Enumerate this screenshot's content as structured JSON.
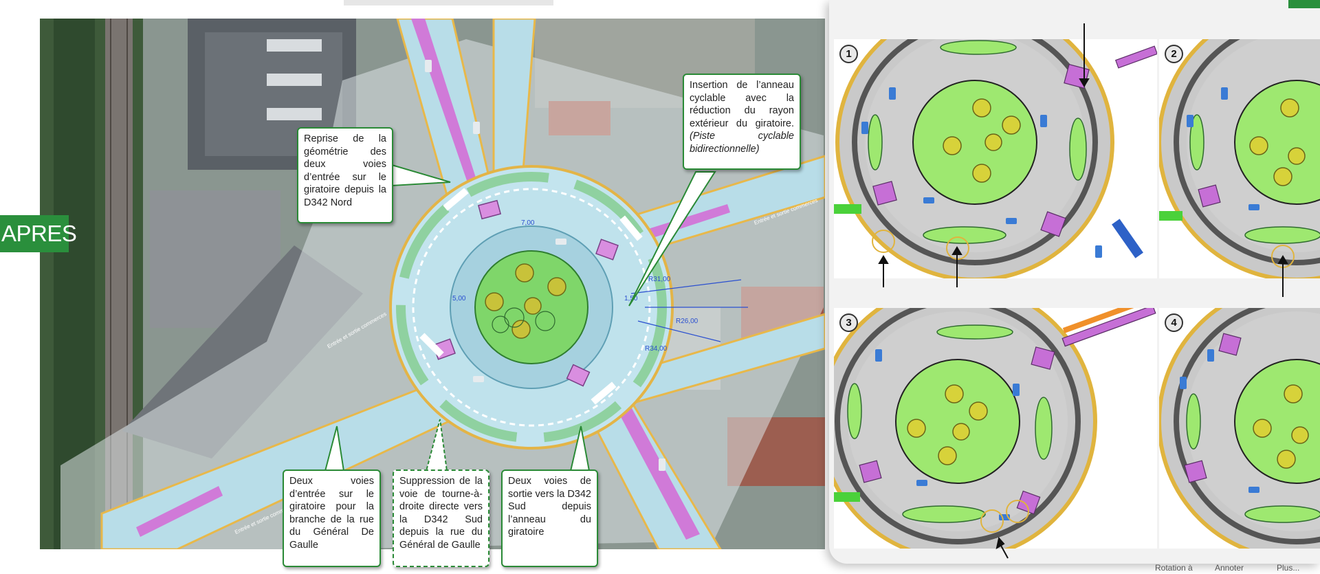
{
  "badge": {
    "label": "APRES"
  },
  "callouts": {
    "north_entry": "Reprise de la géométrie des deux voies d’entrée sur le giratoire depuis la D342 Nord",
    "cycle_ring": "Insertion de l’anneau cyclable avec la réduction du rayon extérieur du giratoire.",
    "cycle_ring_note": "(Piste cyclable bidirectionnelle)",
    "de_gaulle_entry": "Deux voies d’entrée sur le giratoire pour la branche de la rue du Général De Gaulle",
    "turn_lane": "Suppression de la voie de tourne-à-droite directe vers la D342 Sud depuis la rue du Général de Gaulle",
    "south_exit": "Deux voies de sortie vers la D342 Sud depuis l’anneau du giratoire"
  },
  "map_labels": {
    "entry_1": "Entrée et sortie commerces",
    "entry_2": "Entrée et sortie commerces",
    "entry_3": "Entrée et sortie commerces",
    "r31": "R31,00",
    "r26": "R26,00",
    "r34": "R34,00",
    "w150": "1,50",
    "w500": "5,00",
    "w700": "7,00"
  },
  "thumbnails": [
    {
      "number": "1"
    },
    {
      "number": "2"
    },
    {
      "number": "3"
    },
    {
      "number": "4"
    }
  ],
  "toolbar": {
    "rotate": "Rotation à",
    "annotate": "Annoter",
    "more": "Plus..."
  },
  "colors": {
    "accent_green": "#2a8f3c",
    "callout_border": "#2a8a36",
    "ring_blue": "#a8d8e8",
    "island_green": "#8fe06a",
    "cycle_magenta": "#c66fd6"
  }
}
